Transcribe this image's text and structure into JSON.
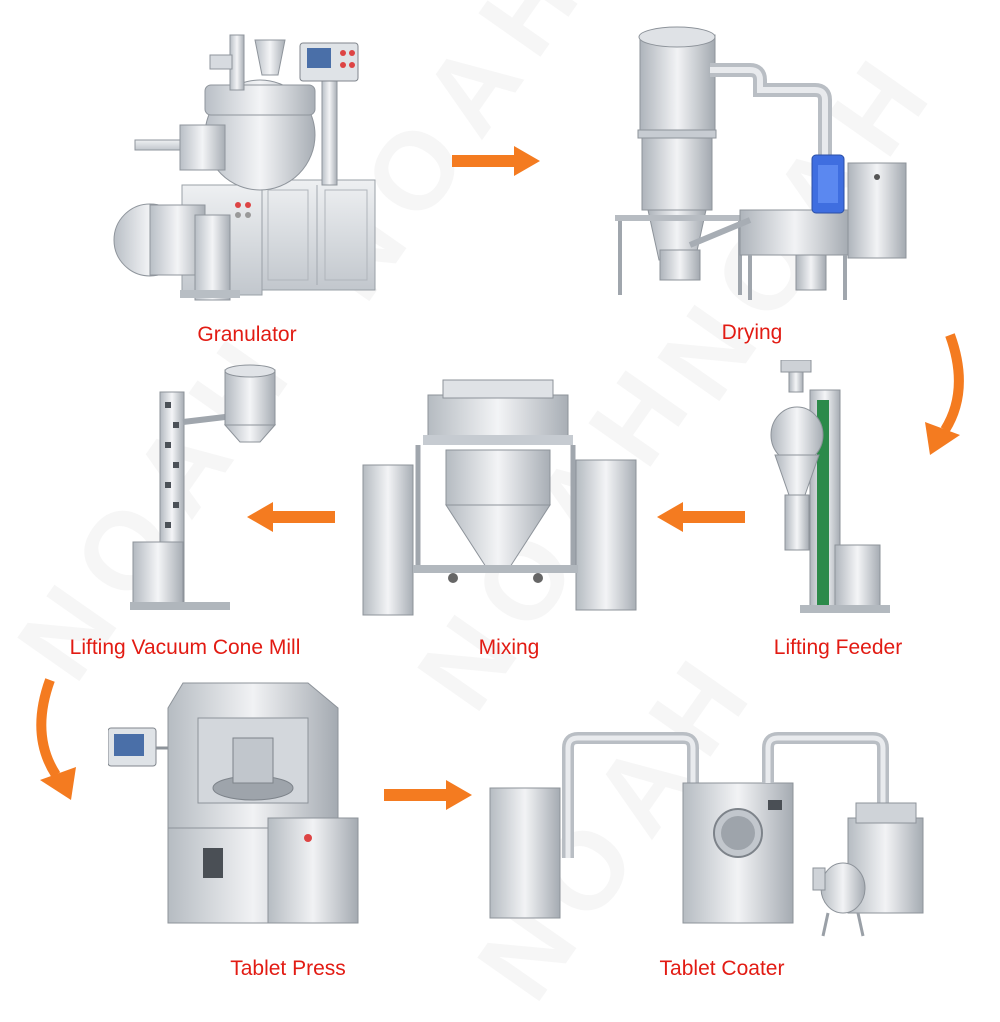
{
  "colors": {
    "label": "#e21b13",
    "arrow": "#f47b20",
    "steel_light": "#e9ebee",
    "steel_mid": "#c9ced4",
    "steel_dark": "#8b9198",
    "blue_motor": "#3f6ee0",
    "green_rail": "#2c8a4a",
    "watermark": "#cfcfcf"
  },
  "watermark": "NOAH",
  "steps": [
    {
      "id": "granulator",
      "label": "Granulator"
    },
    {
      "id": "drying",
      "label": "Drying"
    },
    {
      "id": "lifting-feeder",
      "label": "Lifting Feeder"
    },
    {
      "id": "mixing",
      "label": "Mixing"
    },
    {
      "id": "lifting-vacuum-cone-mill",
      "label": "Lifting Vacuum Cone Mill"
    },
    {
      "id": "tablet-press",
      "label": "Tablet Press"
    },
    {
      "id": "tablet-coater",
      "label": "Tablet Coater"
    }
  ]
}
